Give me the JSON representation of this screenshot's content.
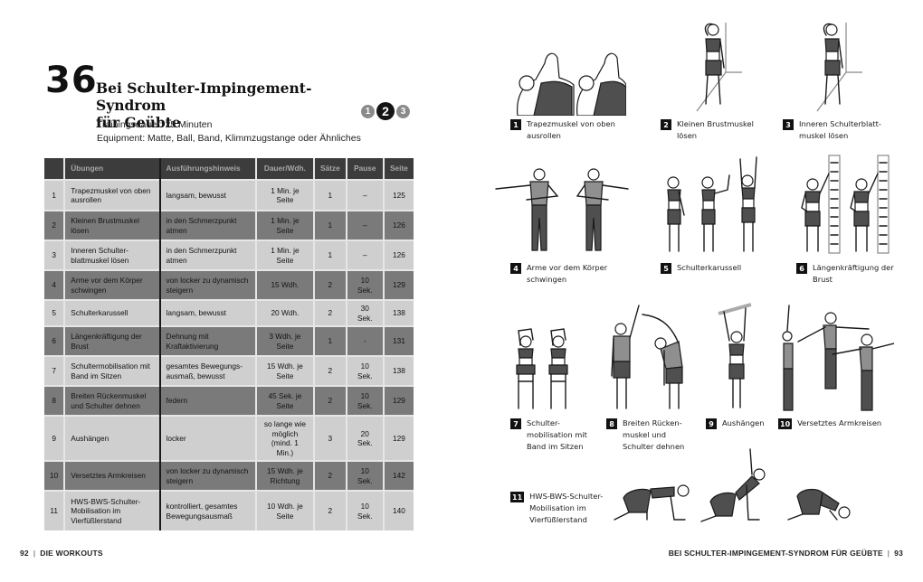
{
  "left_page": {
    "workout_number": "36",
    "title_line1": "Bei Schulter-Impingement-Syndrom",
    "title_line2": "für Geübte",
    "training_duration": "Trainingsdauer: 25 Minuten",
    "equipment": "Equipment: Matte, Ball, Band, Klimmzugstange oder Ähnliches",
    "level_indicator": {
      "levels": [
        "1",
        "2",
        "3"
      ],
      "active": "2"
    },
    "table": {
      "headers": [
        "",
        "Übungen",
        "Ausführungshinweis",
        "Dauer/Wdh.",
        "Sätze",
        "Pause",
        "Seite"
      ],
      "rows": [
        {
          "nr": "1",
          "exercise": "Trapezmuskel von oben ausrollen",
          "hint": "langsam, bewusst",
          "duration": "1 Min. je Seite",
          "sets": "1",
          "pause": "–",
          "page": "125",
          "shade": "light"
        },
        {
          "nr": "2",
          "exercise": "Kleinen Brustmuskel lösen",
          "hint": "in den Schmerzpunkt atmen",
          "duration": "1 Min. je Seite",
          "sets": "1",
          "pause": "–",
          "page": "126",
          "shade": "dark"
        },
        {
          "nr": "3",
          "exercise": "Inneren Schulter-blattmuskel lösen",
          "hint": "in den Schmerzpunkt atmen",
          "duration": "1 Min. je Seite",
          "sets": "1",
          "pause": "–",
          "page": "126",
          "shade": "light"
        },
        {
          "nr": "4",
          "exercise": "Arme vor dem Körper schwingen",
          "hint": "von locker zu dynamisch steigern",
          "duration": "15 Wdh.",
          "sets": "2",
          "pause": "10 Sek.",
          "page": "129",
          "shade": "dark"
        },
        {
          "nr": "5",
          "exercise": "Schulterkarussell",
          "hint": "langsam, bewusst",
          "duration": "20 Wdh.",
          "sets": "2",
          "pause": "30 Sek.",
          "page": "138",
          "shade": "light"
        },
        {
          "nr": "6",
          "exercise": "Längenkräftigung der Brust",
          "hint": "Dehnung mit Kraftaktivierung",
          "duration": "3 Wdh. je Seite",
          "sets": "1",
          "pause": "-",
          "page": "131",
          "shade": "dark"
        },
        {
          "nr": "7",
          "exercise": "Schultermobilisation mit Band im Sitzen",
          "hint": "gesamtes Bewegungs-ausmaß, bewusst",
          "duration": "15 Wdh. je Seite",
          "sets": "2",
          "pause": "10 Sek.",
          "page": "138",
          "shade": "light"
        },
        {
          "nr": "8",
          "exercise": "Breiten Rückenmuskel und Schulter dehnen",
          "hint": "federn",
          "duration": "45 Sek. je Seite",
          "sets": "2",
          "pause": "10 Sek.",
          "page": "129",
          "shade": "dark"
        },
        {
          "nr": "9",
          "exercise": "Aushängen",
          "hint": "locker",
          "duration": "so lange wie möglich (mind. 1 Min.)",
          "sets": "3",
          "pause": "20 Sek.",
          "page": "129",
          "shade": "light"
        },
        {
          "nr": "10",
          "exercise": "Versetztes Armkreisen",
          "hint": "von locker zu dynamisch steigern",
          "duration": "15 Wdh. je Richtung",
          "sets": "2",
          "pause": "10 Sek.",
          "page": "142",
          "shade": "dark"
        },
        {
          "nr": "11",
          "exercise": "HWS-BWS-Schulter-Mobilisation im Vierfüßlerstand",
          "hint": "kontrolliert, gesamtes Bewegungsausmaß",
          "duration": "10 Wdh. je Seite",
          "sets": "2",
          "pause": "10 Sek.",
          "page": "140",
          "shade": "light"
        }
      ]
    },
    "footer": {
      "page_number": "92",
      "section": "DIE WORKOUTS"
    }
  },
  "right_page": {
    "captions": [
      {
        "nr": "1",
        "text": "Trapezmuskel von oben ausrollen"
      },
      {
        "nr": "2",
        "text": "Kleinen Brustmuskel lösen"
      },
      {
        "nr": "3",
        "text": "Inneren Schulterblatt-muskel lösen"
      },
      {
        "nr": "4",
        "text": "Arme vor dem Körper schwingen"
      },
      {
        "nr": "5",
        "text": "Schulterkarussell"
      },
      {
        "nr": "6",
        "text": "Längenkräftigung der Brust"
      },
      {
        "nr": "7",
        "text": "Schulter-mobilisation mit Band im Sitzen"
      },
      {
        "nr": "8",
        "text": "Breiten Rücken-muskel und Schulter dehnen"
      },
      {
        "nr": "9",
        "text": "Aushängen"
      },
      {
        "nr": "10",
        "text": "Versetztes Armkreisen"
      },
      {
        "nr": "11",
        "text": "HWS-BWS-Schulter-Mobilisation im Vierfüßlerstand"
      }
    ],
    "footer": {
      "running_title": "BEI SCHULTER-IMPINGEMENT-SYNDROM FÜR GEÜBTE",
      "page_number": "93"
    }
  },
  "colors": {
    "header_row": "#3c3c3c",
    "row_light": "#cfcfcf",
    "row_dark": "#7a7a7a",
    "level_active": "#151515",
    "level_inactive": "#8a8a8a"
  }
}
